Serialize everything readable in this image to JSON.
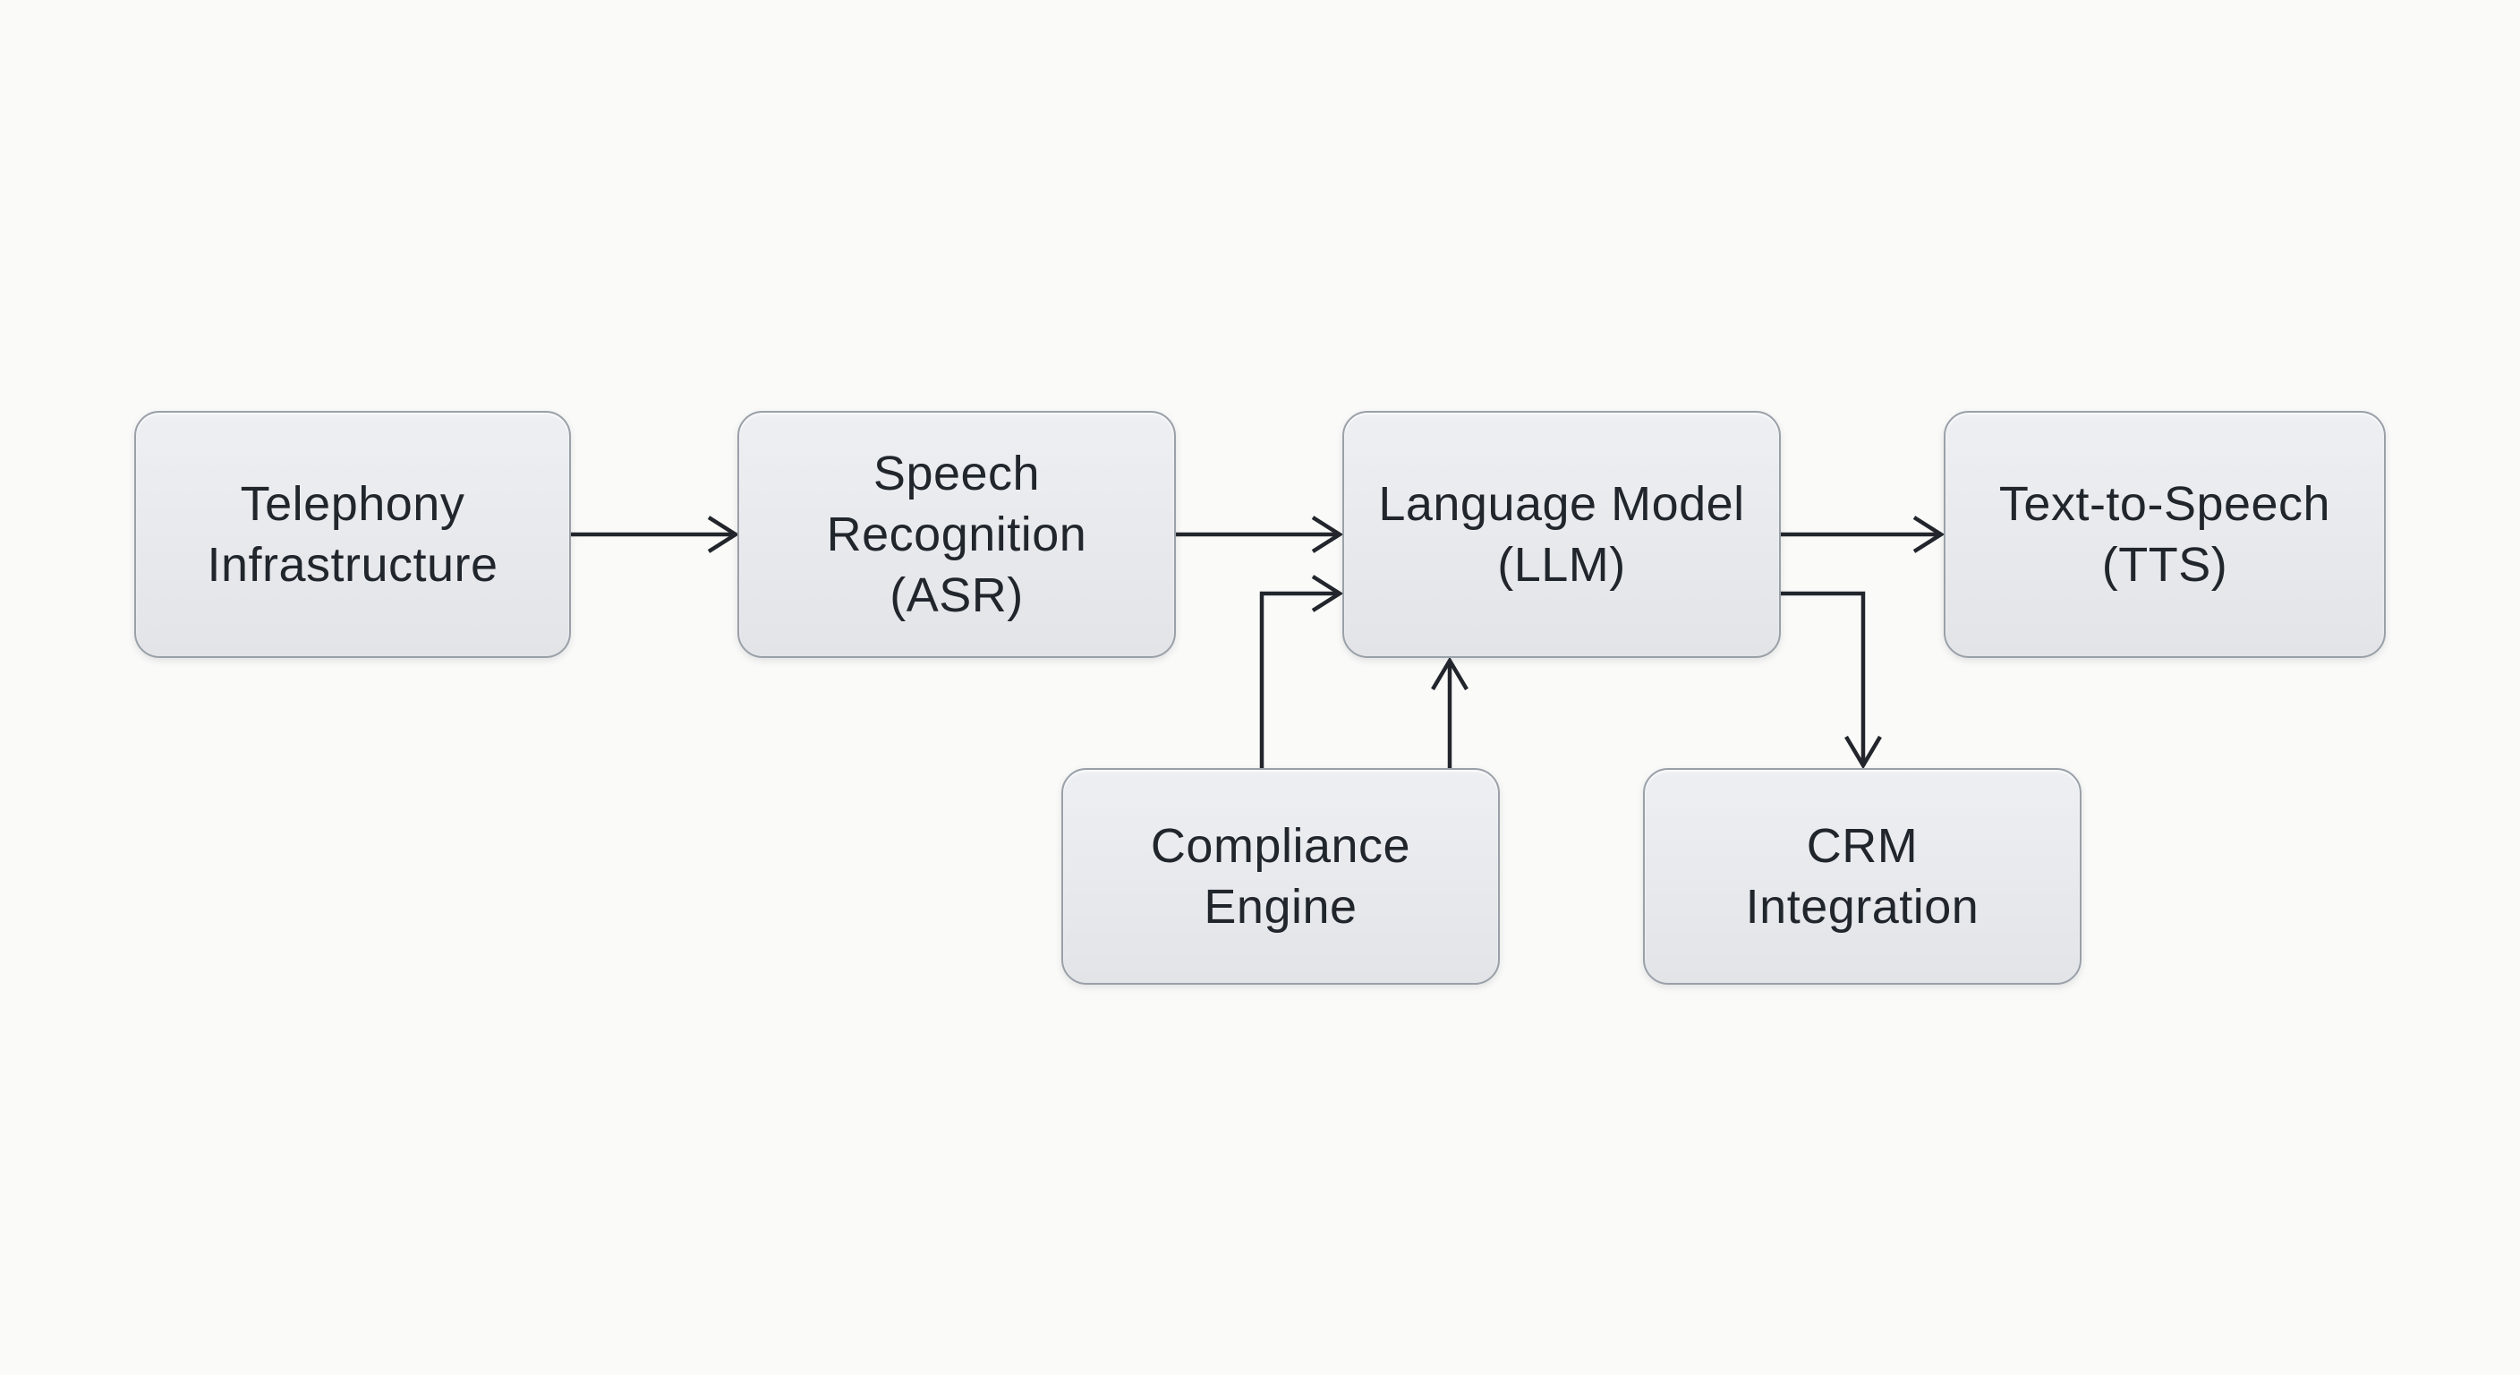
{
  "diagram": {
    "type": "flowchart",
    "nodes": [
      {
        "id": "telephony",
        "label": "Telephony\nInfrastructure"
      },
      {
        "id": "asr",
        "label": "Speech\nRecognition\n(ASR)"
      },
      {
        "id": "llm",
        "label": "Language Model\n(LLM)"
      },
      {
        "id": "tts",
        "label": "Text-to-Speech\n(TTS)"
      },
      {
        "id": "compliance",
        "label": "Compliance\nEngine"
      },
      {
        "id": "crm",
        "label": "CRM\nIntegration"
      }
    ],
    "edges": [
      {
        "from": "telephony",
        "to": "asr",
        "entry": "left"
      },
      {
        "from": "asr",
        "to": "llm",
        "entry": "left"
      },
      {
        "from": "llm",
        "to": "tts",
        "entry": "left"
      },
      {
        "from": "compliance",
        "to": "llm",
        "entry": "left-lower"
      },
      {
        "from": "compliance",
        "to": "llm",
        "entry": "bottom"
      },
      {
        "from": "llm",
        "to": "crm",
        "entry": "top"
      }
    ],
    "colors": {
      "background": "#fafaf9",
      "node_fill_top": "#edeff2",
      "node_fill_bottom": "#e2e4e8",
      "node_border": "#9aa0a8",
      "node_text": "#21252c",
      "line": "#22262c"
    }
  }
}
